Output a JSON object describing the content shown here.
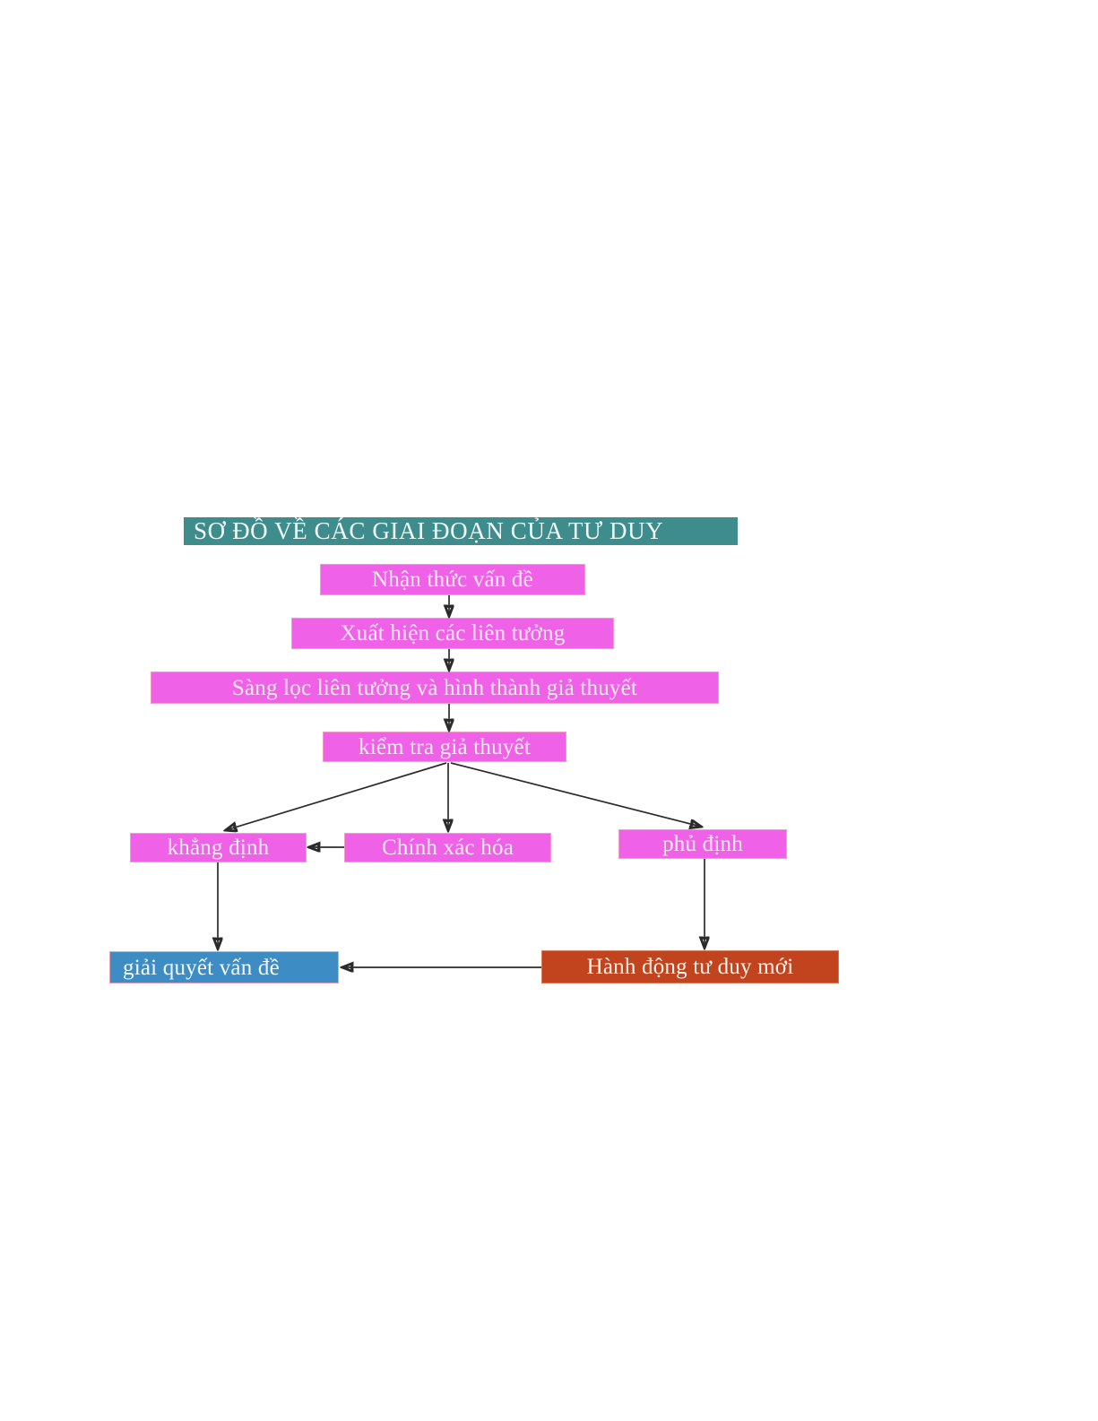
{
  "document": {
    "language": "vi",
    "background_color": "#ffffff"
  },
  "diagram": {
    "type": "flowchart",
    "title": "SƠ ĐỒ VỀ CÁC GIAI ĐOẠN CỦA TƯ DUY",
    "title_style": {
      "background_color": "#3f8c8c",
      "text_color": "#f2fbfb"
    },
    "palette": {
      "pink_fill": "#ef62e8",
      "pink_border": "#f09ec8",
      "pink_text": "#fde9f6",
      "teal_fill": "#3f8c8c",
      "blue_fill": "#3d8dc4",
      "red_fill": "#c2441e",
      "arrow_color": "#2b2b2b"
    },
    "nodes": [
      {
        "id": "n1",
        "label": "Nhận thức vấn đề",
        "color": "pink"
      },
      {
        "id": "n2",
        "label": "Xuất hiện các liên tưởng",
        "color": "pink"
      },
      {
        "id": "n3",
        "label": "Sàng lọc liên tưởng và hình thành giả thuyết",
        "color": "pink"
      },
      {
        "id": "n4",
        "label": "kiểm tra giả thuyết",
        "color": "pink"
      },
      {
        "id": "n5",
        "label": "khẳng định",
        "color": "pink"
      },
      {
        "id": "n6",
        "label": "Chính xác hóa",
        "color": "pink"
      },
      {
        "id": "n7",
        "label": "phủ định",
        "color": "pink"
      },
      {
        "id": "n8",
        "label": "giải quyết vấn đề",
        "color": "blue"
      },
      {
        "id": "n9",
        "label": "Hành động tư duy mới",
        "color": "red"
      }
    ],
    "edges": [
      {
        "from": "n1",
        "to": "n2",
        "direction": "down"
      },
      {
        "from": "n2",
        "to": "n3",
        "direction": "down"
      },
      {
        "from": "n3",
        "to": "n4",
        "direction": "down"
      },
      {
        "from": "n4",
        "to": "n5",
        "direction": "down-left"
      },
      {
        "from": "n4",
        "to": "n6",
        "direction": "down"
      },
      {
        "from": "n4",
        "to": "n7",
        "direction": "down-right"
      },
      {
        "from": "n6",
        "to": "n5",
        "direction": "left"
      },
      {
        "from": "n5",
        "to": "n8",
        "direction": "down"
      },
      {
        "from": "n7",
        "to": "n9",
        "direction": "down"
      },
      {
        "from": "n9",
        "to": "n8",
        "direction": "left"
      }
    ]
  }
}
